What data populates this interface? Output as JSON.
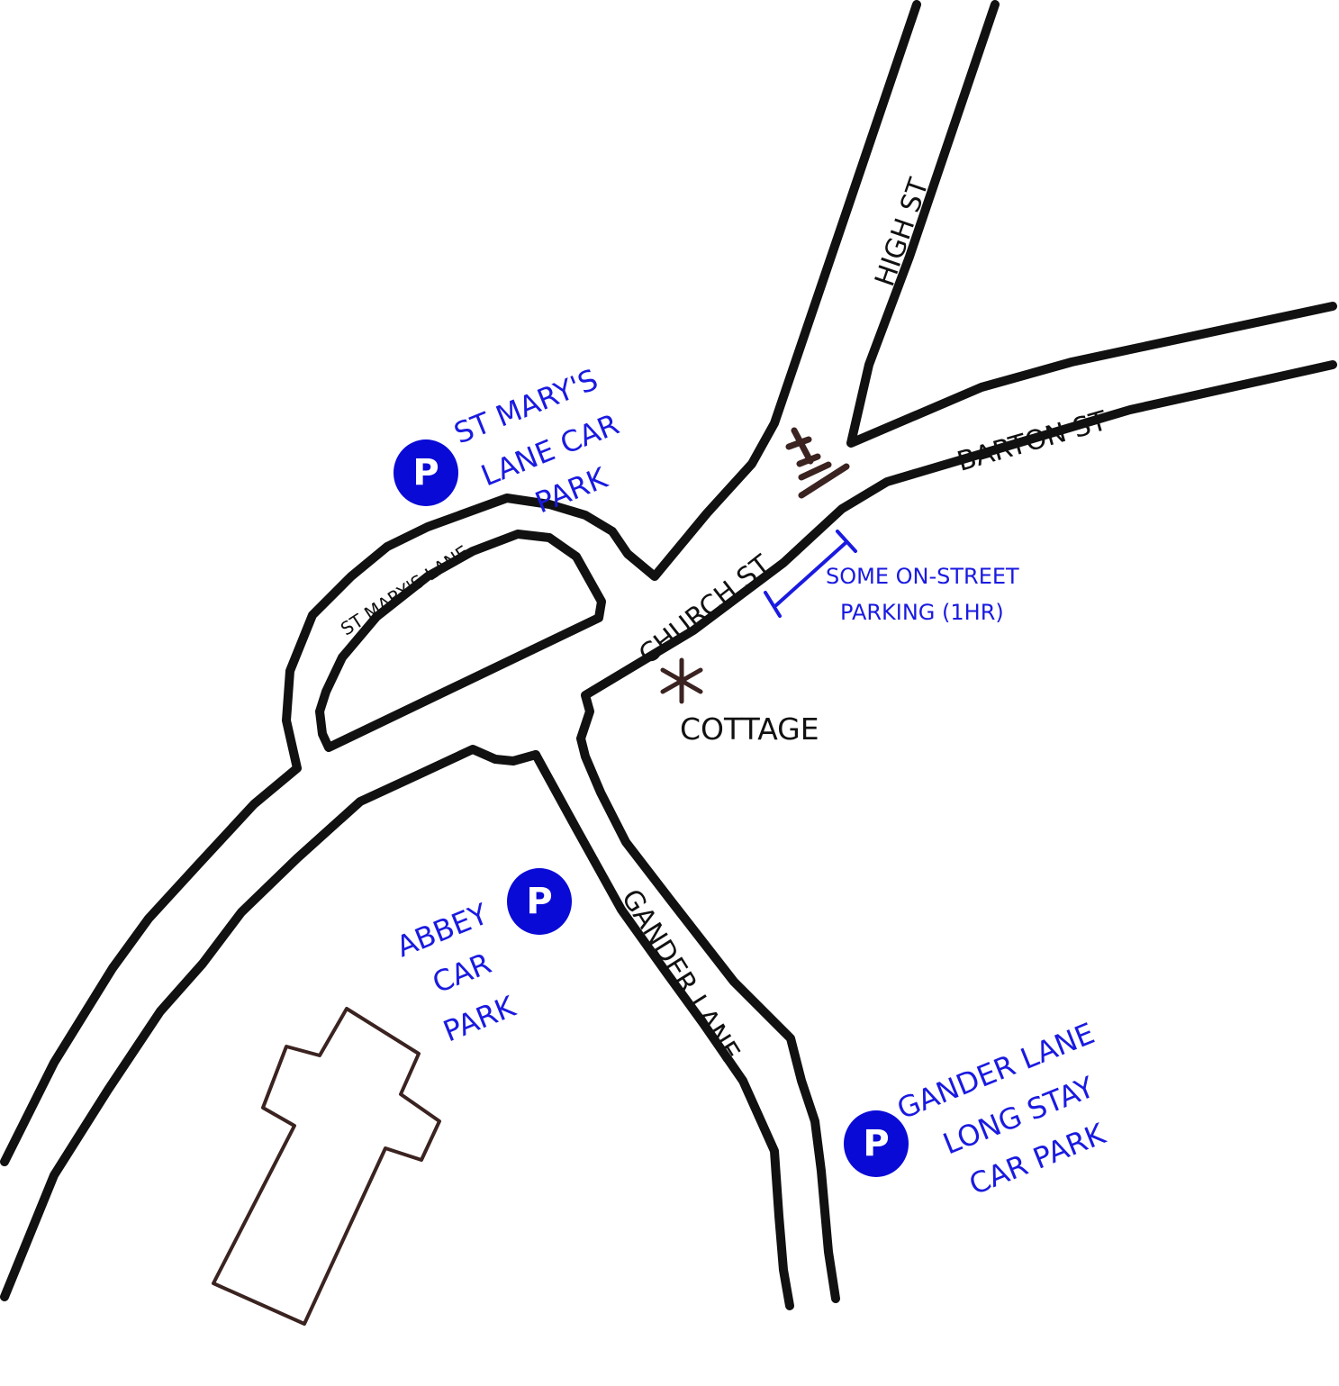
{
  "colors": {
    "road": "#111111",
    "parking": "#0a0ad6",
    "landmark": "#3a2320",
    "background": "#ffffff"
  },
  "roads": {
    "high_st": "HIGH ST",
    "barton_st": "BARTON ST",
    "church_st": "CHURCH ST",
    "st_marys_lane": "ST MARY'S LANE",
    "gander_lane": "GANDER LANE"
  },
  "parking": {
    "symbol": "P",
    "st_marys": [
      "ST MARY'S",
      "LANE CAR",
      "PARK"
    ],
    "abbey": [
      "ABBEY",
      "CAR",
      "PARK"
    ],
    "gander": [
      "GANDER LANE",
      "LONG STAY",
      "CAR PARK"
    ],
    "on_street": [
      "SOME ON-STREET",
      "PARKING (1HR)"
    ]
  },
  "landmarks": {
    "cottage": "COTTAGE",
    "cottage_icon": "asterisk-icon",
    "memorial_icon": "memorial-cross-icon",
    "church_icon": "church-outline-icon"
  }
}
